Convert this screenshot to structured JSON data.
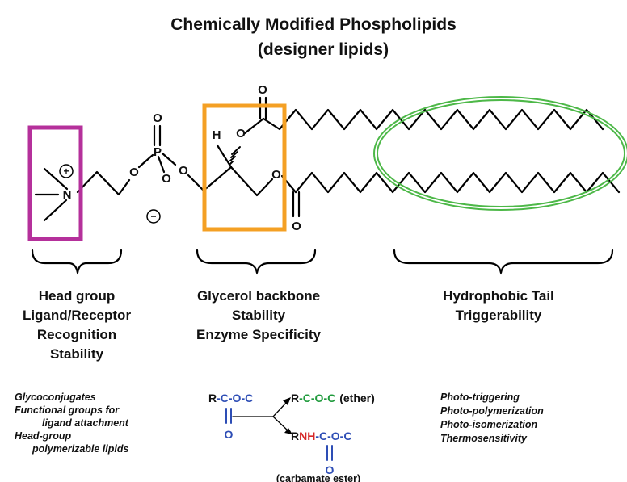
{
  "title": {
    "line1": "Chemically Modified Phospholipids",
    "line2": "(designer lipids)"
  },
  "molecule": {
    "nitrogen": "N",
    "plus": "+",
    "minus": "−",
    "phosphorus": "P",
    "oxygen": "O",
    "hydrogen": "H"
  },
  "colors": {
    "head_box": "#b5309b",
    "glycerol_box": "#f4a024",
    "tail_ellipse": "#4db848",
    "blue": "#2d4db5",
    "green": "#1f9a3c",
    "red": "#d62828"
  },
  "sections": {
    "head": [
      "Head group",
      "Ligand/Receptor",
      "Recognition",
      "Stability"
    ],
    "glycerol": [
      "Glycerol backbone",
      "Stability",
      "Enzyme Specificity"
    ],
    "tail": [
      "Hydrophobic Tail",
      "Triggerability"
    ]
  },
  "examples": {
    "head": [
      "Glycoconjugates",
      "Functional groups for",
      "ligand attachment",
      "Head-group",
      "polymerizable lipids"
    ],
    "tail": [
      "Photo-triggering",
      "Photo-polymerization",
      "Photo-isomerization",
      "Thermosensitivity"
    ]
  },
  "scheme": {
    "ester_r": "R",
    "ester_chain": "-C-O-C",
    "carbonyl_o": "O",
    "ether_r": "R",
    "ether_chain": "-C-O-C",
    "ether_label": "(ether)",
    "carbamate_r": "R",
    "carbamate_nh": "NH",
    "carbamate_chain": "-C-O-C",
    "carbamate_o": "O",
    "carbamate_label": "(carbamate ester)"
  }
}
